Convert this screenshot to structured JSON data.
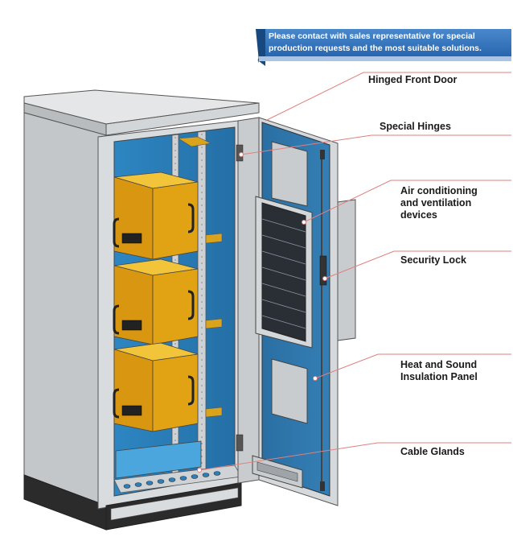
{
  "banner": {
    "text": "Please contact with sales representative for special production requests and the most suitable solutions."
  },
  "callouts": [
    {
      "id": "hinged-front-door",
      "label": "Hinged Front Door"
    },
    {
      "id": "special-hinges",
      "label": "Special Hinges"
    },
    {
      "id": "air-conditioning",
      "label": "Air conditioning and ventilation devices"
    },
    {
      "id": "security-lock",
      "label": "Security Lock"
    },
    {
      "id": "insulation-panel",
      "label": "Heat and Sound Insulation Panel"
    },
    {
      "id": "cable-glands",
      "label": "Cable Glands"
    }
  ],
  "colors": {
    "banner": "#2f6fb8",
    "cabinet_body": "#c9ccce",
    "interior_blue": "#2c7fb8",
    "door_panel": "#2a6fa3",
    "module_orange": "#e1a213",
    "leader_line": "#e08080",
    "base": "#2b2b2b"
  }
}
